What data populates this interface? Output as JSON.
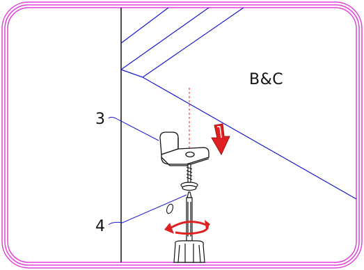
{
  "labels": {
    "section": "B&C",
    "part_bracket": "3",
    "part_screw": "4"
  },
  "colors": {
    "frame": "#e040d8",
    "structure": "#1a1ad0",
    "ink": "#111111",
    "guide": "#e02020",
    "arrow": "#e02020"
  },
  "icons": {
    "direction": "down-arrow-icon",
    "rotation": "rotate-arrow-icon"
  }
}
